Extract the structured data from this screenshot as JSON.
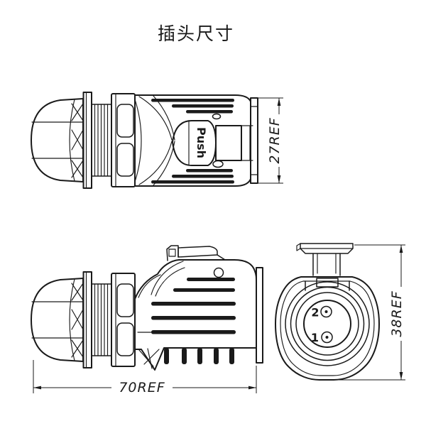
{
  "page": {
    "title": "插头尺寸",
    "background": "#ffffff",
    "line_color": "#1a1a1a"
  },
  "top_view": {
    "push_label": "Push",
    "dim_label": "27REF"
  },
  "side_view": {
    "dim_label": "70REF"
  },
  "front_view": {
    "pin_top_label": "2",
    "pin_bottom_label": "1",
    "dim_label": "38REF"
  }
}
